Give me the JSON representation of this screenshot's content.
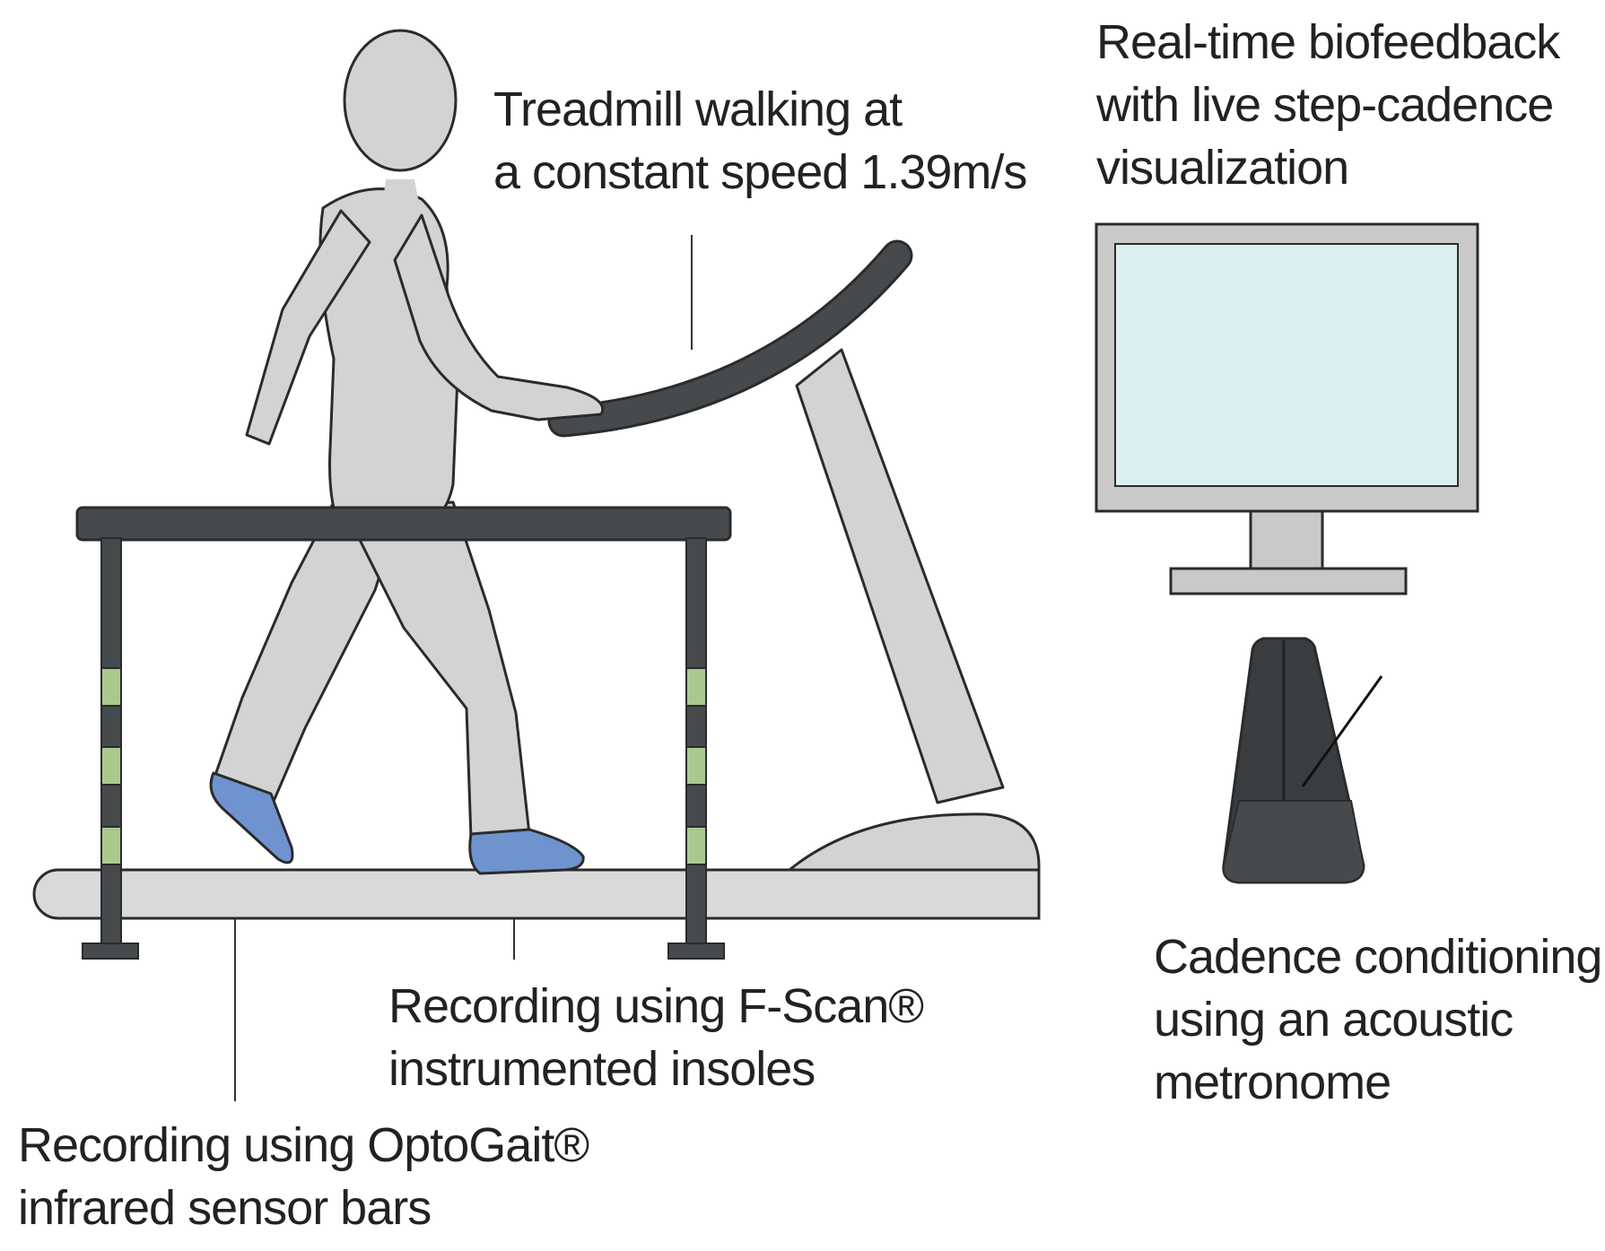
{
  "labels": {
    "treadmill": [
      "Treadmill walking at",
      "a constant speed 1.39m/s"
    ],
    "biofeedback": [
      "Real-time biofeedback",
      "with live step-cadence",
      "visualization"
    ],
    "metronome": [
      "Cadence conditioning",
      "using an acoustic",
      "metronome"
    ],
    "fscan": [
      "Recording using F-Scan®",
      "instrumented insoles"
    ],
    "optogait": [
      "Recording using OptoGait®",
      "infrared sensor bars"
    ]
  },
  "colors": {
    "figure_fill": "#d3d3d3",
    "outline": "#2b2b2b",
    "dark_metal": "#464a4c",
    "treadmill_fill": "#d9d9d9",
    "insole_blue": "#6f93cf",
    "sensor_green": "#a9c98f",
    "screen_fill": "#dcf0f2",
    "monitor_frame": "#c9c9c9",
    "metronome_body": "#3a3d3f"
  },
  "icons": [
    "person-walking-icon",
    "treadmill-icon",
    "optogait-bar-icon",
    "monitor-icon",
    "metronome-icon"
  ]
}
